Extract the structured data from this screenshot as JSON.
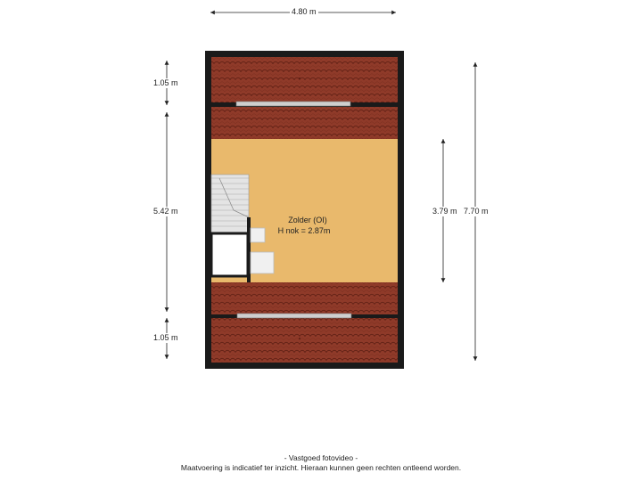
{
  "dimensions": {
    "top_width": "4.80 m",
    "left_top": "1.05 m",
    "left_middle": "5.42 m",
    "left_bottom": "1.05 m",
    "right_inner": "3.79 m",
    "right_outer": "7.70 m"
  },
  "room": {
    "name": "Zolder (OI)",
    "height": "H nok = 2.87m"
  },
  "footer": {
    "line1": "- Vastgoed fotovideo -",
    "line2": "Maatvoering is indicatief ter inzicht. Hieraan kunnen geen rechten ontleend worden."
  },
  "colors": {
    "wall": "#1a1a1a",
    "floor": "#e9b96c",
    "roof_tile": "#8f3a29",
    "roof_line": "#5a1d12",
    "stair": "#d0d0d0"
  }
}
